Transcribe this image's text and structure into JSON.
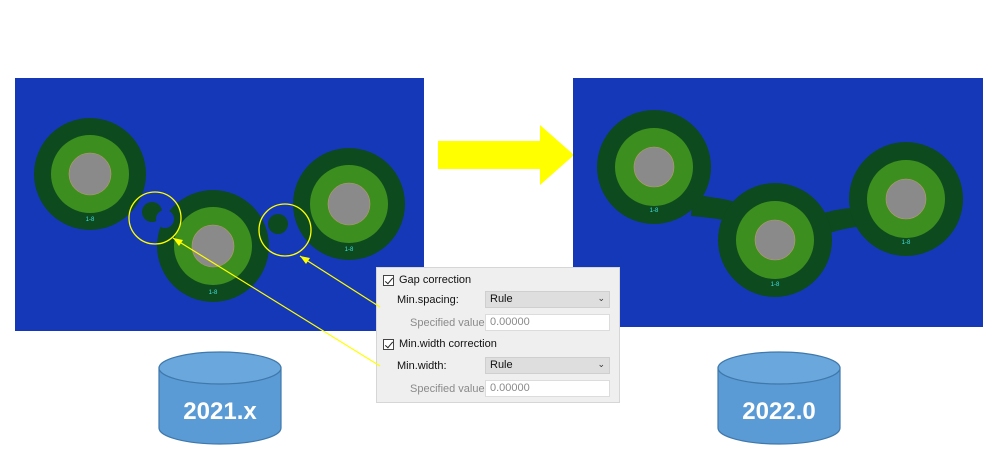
{
  "colors": {
    "board": "#1538b8",
    "outer_pad": "#0d4a1e",
    "ring": "#3c8f1f",
    "hole": "#8a8a8a",
    "arrow": "#ffff00",
    "cylinder": "#5b9bd5"
  },
  "pads": {
    "label": "1-8"
  },
  "panel": {
    "gap_correction_label": "Gap correction",
    "min_spacing_label": "Min.spacing:",
    "min_spacing_value": "Rule",
    "specified_value_label_1": "Specified value:",
    "specified_value_1": "0.00000",
    "min_width_correction_label": "Min.width correction",
    "min_width_label": "Min.width:",
    "min_width_value": "Rule",
    "specified_value_label_2": "Specified value:",
    "specified_value_2": "0.00000",
    "dropdown_icon": "chevron-down-icon",
    "checkbox_icon": "checkmark-icon"
  },
  "versions": {
    "left": "2021.x",
    "right": "2022.0"
  }
}
